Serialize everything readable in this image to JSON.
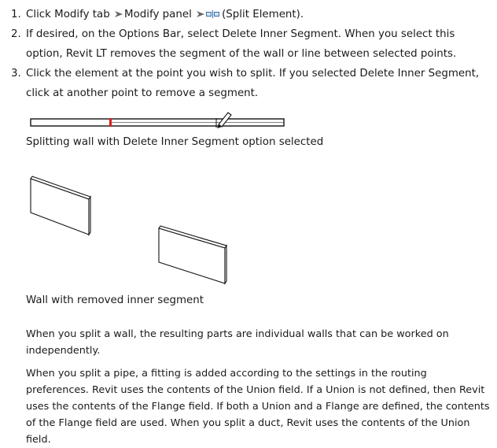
{
  "steps": [
    {
      "number": "1.",
      "part1": "Click Modify tab",
      "part2": "Modify panel",
      "part3": "(Split Element)."
    },
    {
      "number": "2.",
      "text": "If desired, on the Options Bar, select Delete Inner Segment. When you select this option, Revit LT removes the segment of the wall or line between selected points."
    },
    {
      "number": "3.",
      "text": "Click the element at the point you wish to split. If you selected Delete Inner Segment, click at another point to remove a segment."
    }
  ],
  "figure1": {
    "caption": "Splitting wall with Delete Inner Segment option selected",
    "marker_color": "#d42020"
  },
  "figure2": {
    "caption": "Wall with removed inner segment"
  },
  "paragraphs": [
    "When you split a wall, the resulting parts are individual walls that can be worked on independently.",
    "When you split a pipe, a fitting is added according to the settings in the routing preferences. Revit uses the contents of the Union field. If a Union is not defined, then Revit uses the contents of the Flange field. If both a Union and a Flange are defined, the contents of the Flange field are used. When you split a duct, Revit uses the contents of the Union field."
  ]
}
